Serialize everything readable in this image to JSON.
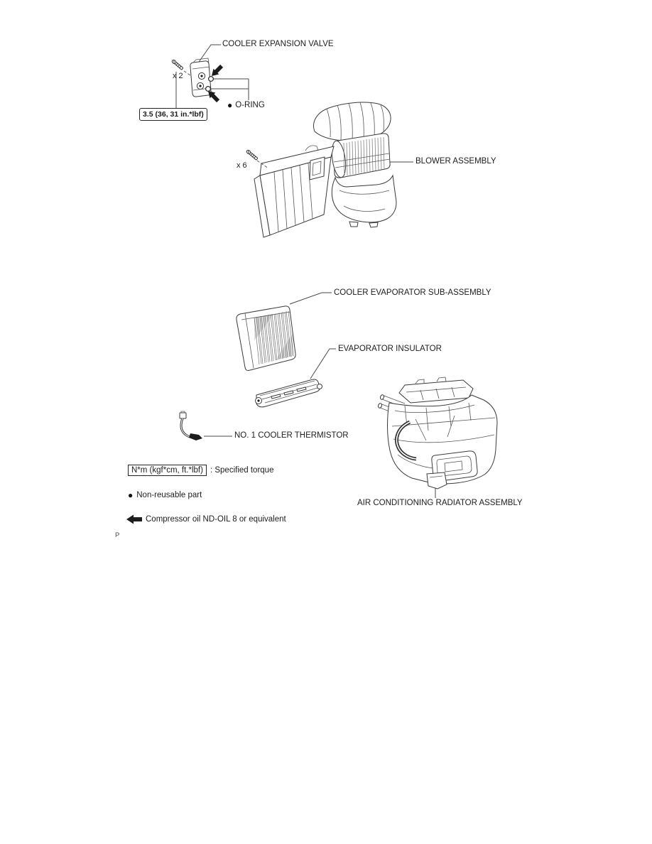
{
  "page": {
    "background": "#ffffff",
    "line_color": "#3a3a3a",
    "text_color": "#1d1d1d",
    "page_mark": "P"
  },
  "labels": {
    "cooler_expansion_valve": "COOLER EXPANSION VALVE",
    "o_ring": "O-RING",
    "blower_assembly": "BLOWER ASSEMBLY",
    "cooler_evaporator_sub_assembly": "COOLER EVAPORATOR SUB-ASSEMBLY",
    "evaporator_insulator": "EVAPORATOR INSULATOR",
    "no1_cooler_thermistor": "NO. 1 COOLER THERMISTOR",
    "air_conditioning_radiator_assembly": "AIR CONDITIONING RADIATOR ASSEMBLY"
  },
  "callouts": {
    "torque_spec": "3.5 (36, 31 in.*lbf)",
    "quantity_x2": "x 2",
    "quantity_x6": "x 6"
  },
  "legend": {
    "torque_box_label": "N*m (kgf*cm, ft.*lbf)",
    "torque_description": ": Specified torque",
    "non_reusable_label": "Non-reusable part",
    "compressor_oil_label": "Compressor oil ND-OIL 8 or equivalent"
  },
  "icons": {
    "non_reusable_dot": "●",
    "compressor_oil_arrow": "solid-left-arrow",
    "oil_apply_arrow": "solid-diagonal-arrow",
    "o_ring_icon": "small-circle",
    "screw_icon": "screw"
  }
}
